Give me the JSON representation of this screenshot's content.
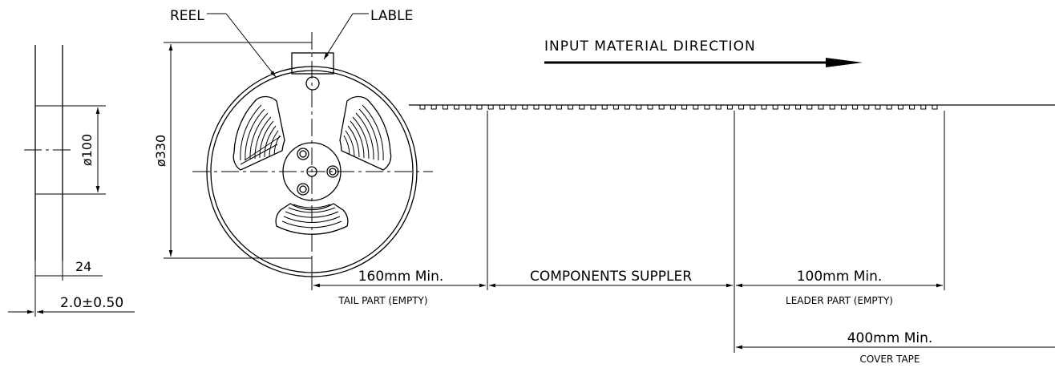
{
  "labels": {
    "reel": "REEL",
    "label": "LABLE",
    "direction": "INPUT MATERIAL DIRECTION",
    "diameter_reel": "ø330",
    "diameter_hub": "ø100",
    "width": "24",
    "thickness": "2.0±0.50",
    "tail_length": "160mm Min.",
    "tail_part": "TAIL PART (EMPTY)",
    "components": "COMPONENTS SUPPLER",
    "leader_length": "100mm Min.",
    "leader_part": "LEADER PART (EMPTY)",
    "cover_length": "400mm Min.",
    "cover_tape": "COVER TAPE"
  }
}
